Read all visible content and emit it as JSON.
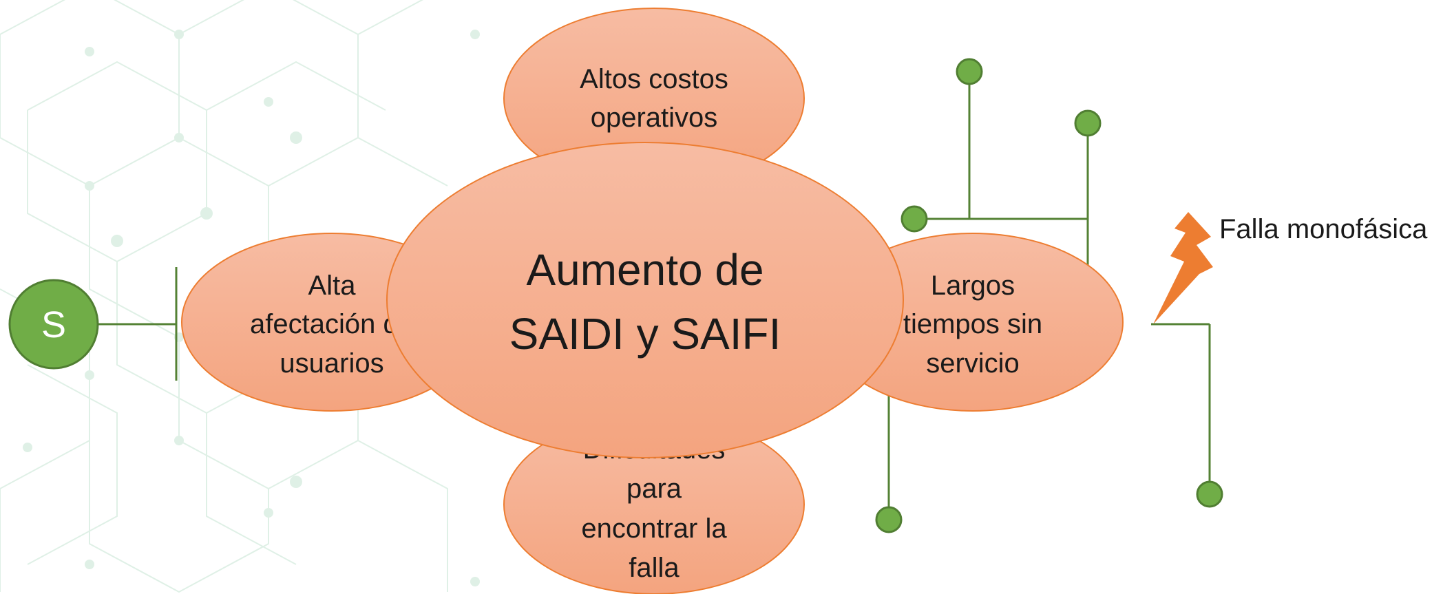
{
  "diagram": {
    "center": {
      "line1": "Aumento de",
      "line2": "SAIDI y SAIFI"
    },
    "top": {
      "line1": "Altos costos",
      "line2": "operativos"
    },
    "left": {
      "line1": "Alta",
      "line2": "afectación de",
      "line3": "usuarios"
    },
    "right": {
      "line1": "Largos",
      "line2": "tiempos sin",
      "line3": "servicio"
    },
    "bottom": {
      "line1": "Dificultades",
      "line2": "para",
      "line3": "encontrar la",
      "line4": "falla"
    },
    "source_label": "S",
    "fault_label": "Falla monofásica"
  },
  "colors": {
    "ellipse_top": "#f7bca3",
    "ellipse_bottom": "#f4a783",
    "ellipse_stroke": "#ed7d31",
    "line": "#548235",
    "node_fill": "#70ad47",
    "node_stroke": "#4f7f2f",
    "lightning": "#ed7d31",
    "hex_pattern": "#d9ede2"
  }
}
